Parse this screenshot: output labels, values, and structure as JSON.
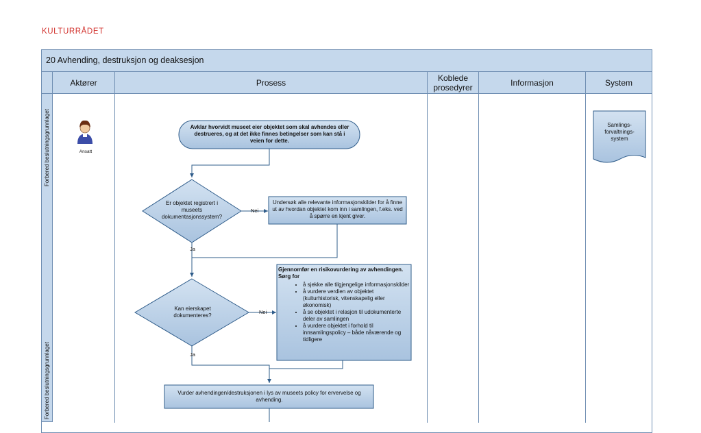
{
  "brand": "KULTURRÅDET",
  "process_title": "20 Avhending, destruksjon og deaksesjon",
  "columns": {
    "actors": "Aktører",
    "process": "Prosess",
    "linked": "Koblede prosedyrer",
    "information": "Informasjon",
    "system": "System"
  },
  "lanes": [
    "Forbered beslutningsgrunnlaget",
    "Forbered beslutningsgrunnlaget"
  ],
  "actor": {
    "label": "Ansatt",
    "icon": "person-icon"
  },
  "nodes": {
    "start": "Avklar hvorvidt museet eier objektet som skal avhendes eller destrueres, og at det ikke finnes betingelser som kan stå i veien for dette.",
    "decision1": "Er objektet registrert i museets dokumentasjonssystem?",
    "investigate": "Undersøk alle relevante informasjonskilder for å finne ut av hvordan objektet kom inn i samlingen, f.eks. ved å spørre en kjent giver.",
    "decision2": "Kan eierskapet dokumenteres?",
    "risk_title": "Gjennomfør en risikovurdering av avhendingen. Sørg for",
    "risk_items": [
      "å sjekke alle tilgjengelige informasjonskilder",
      "å vurdere verdien av objektet (kulturhistorisk, vitenskapelig eller økonomisk)",
      "å se objektet i relasjon til udokumenterte deler av samlingen",
      "å vurdere objektet i forhold til innsamlingspolicy – både nåværende og tidligere"
    ],
    "assess": "Vurder avhendingen/destruksjonen i lys av museets policy for ervervelse og avhending.",
    "system_doc": "Samlings-forvaltnings-system"
  },
  "edges": {
    "no1": "Nei",
    "yes1": "Ja",
    "no2": "Nei",
    "yes2": "Ja"
  },
  "colors": {
    "brand": "#d2322d",
    "header_fill": "#c5d8ec",
    "shape_fill": "#b9cfe6",
    "stroke": "#2f5c8a"
  }
}
